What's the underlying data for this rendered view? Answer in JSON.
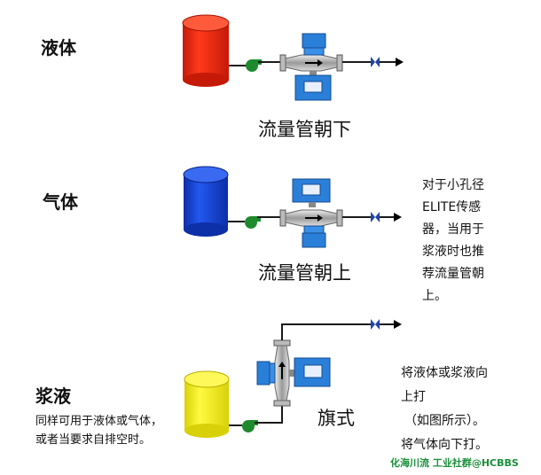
{
  "labels": {
    "liquid": "液体",
    "gas": "气体",
    "slurry": "浆液"
  },
  "captions": {
    "down": "流量管朝下",
    "up": "流量管朝上",
    "flag": "旗式"
  },
  "notes": {
    "elite": [
      "对于小孔径",
      "ELITE传感",
      "器，当用于",
      "浆液时也推",
      "荐流量管朝",
      "上。"
    ],
    "flag": [
      "将液体或浆液向",
      "上打",
      "（如图所示）。",
      "将气体向下打。"
    ],
    "slurry": [
      "同样可用于液体或气体，",
      "或者当要求自排空时。"
    ]
  },
  "watermark": "化海川流 工业社群@HCBBS",
  "colors": {
    "liquid_tank": "#ee2a12",
    "gas_tank": "#1646d6",
    "slurry_tank": "#f2ec1c",
    "pump": "#1f8a2d",
    "transmitter": "#2a7fd9",
    "valve": "#2244aa",
    "pipe": "#1a1a1a"
  }
}
